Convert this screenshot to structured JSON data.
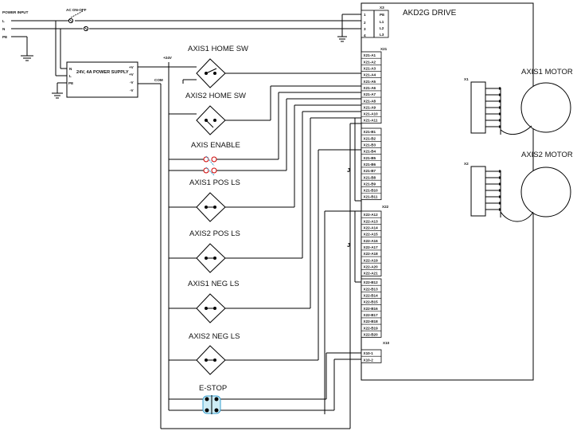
{
  "power_input": {
    "title": "POWER INPUT",
    "lines": [
      "L",
      "N",
      "PE"
    ]
  },
  "ac_switch": {
    "label": "AC ON-OFF"
  },
  "power_supply": {
    "label": "24V, 4A POWER SUPPLY",
    "inputs": [
      "N",
      "L",
      "PE"
    ],
    "outputs": [
      "+V",
      "+V",
      "-V",
      "-V"
    ]
  },
  "rails": {
    "plus_label": "+24V",
    "com_label": "COM"
  },
  "devices": [
    {
      "label": "AXIS1 HOME SW"
    },
    {
      "label": "AXIS2 HOME SW"
    },
    {
      "label": "AXIS ENABLE"
    },
    {
      "label": "AXIS1 POS LS"
    },
    {
      "label": "AXIS2 POS LS"
    },
    {
      "label": "AXIS1 NEG LS"
    },
    {
      "label": "AXIS2 NEG LS"
    },
    {
      "label": "E-STOP"
    }
  ],
  "drive": {
    "title": "AKD2G DRIVE",
    "x3": {
      "label": "X3",
      "pins": [
        "1",
        "2",
        "3",
        "4"
      ],
      "names": [
        "PE",
        "L1",
        "L2",
        "L3"
      ]
    },
    "x21_label": "X21",
    "x21a": [
      "X21-A1",
      "X21-A2",
      "X21-A3",
      "X21-A4",
      "X21-A5",
      "X21-A6",
      "X21-A7",
      "X21-A8",
      "X21-A9",
      "X21-A10",
      "X21-A11"
    ],
    "x21b": [
      "X21-B1",
      "X21-B2",
      "X21-B3",
      "X21-B4",
      "X21-B5",
      "X21-B6",
      "X21-B7",
      "X21-B8",
      "X21-B9",
      "X21-B10",
      "X21-B11"
    ],
    "x22_label": "X22",
    "x22a": [
      "X22-A12",
      "X22-A13",
      "X22-A14",
      "X22-A15",
      "X22-A16",
      "X22-A17",
      "X22-A18",
      "X22-A19",
      "X22-A20",
      "X22-A21"
    ],
    "x22b": [
      "X22-B12",
      "X22-B13",
      "X22-B14",
      "X22-B15",
      "X22-B16",
      "X22-B17",
      "X22-B18",
      "X22-B19",
      "X22-B20"
    ],
    "x10_label": "X10",
    "x10": [
      "X10-1",
      "X10-2"
    ],
    "x1_label": "X1",
    "x2_label": "X2",
    "jumper_label": "J"
  },
  "motors": [
    {
      "label": "AXIS1 MOTOR"
    },
    {
      "label": "AXIS2 MOTOR"
    }
  ]
}
